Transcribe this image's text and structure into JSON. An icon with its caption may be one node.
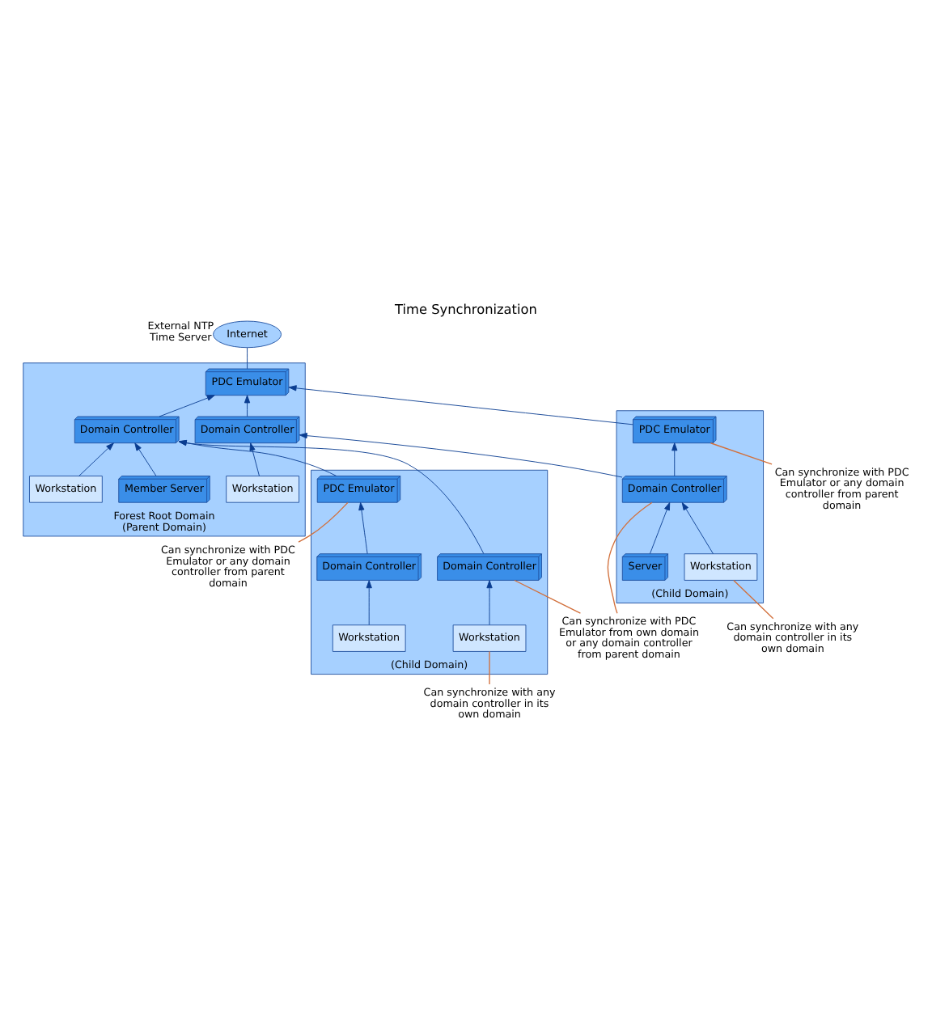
{
  "diagram": {
    "title": "Time Synchronization",
    "nodes": [
      {
        "text": [
          "Forest Root Domain (Parent Domain)"
        ]
      },
      {
        "text": [
          "Internet"
        ],
        "beside": [
          "External NTP Time Server"
        ]
      },
      {
        "text": [
          "PDC Emulator"
        ],
        "in": 0
      },
      {
        "text": [
          "Domain Controller"
        ],
        "in": 0
      },
      {
        "text": [
          "Domain Controller"
        ],
        "in": 0
      },
      {
        "text": [
          "Workstation"
        ],
        "in": 0
      },
      {
        "text": [
          "Member Server"
        ],
        "in": 0
      },
      {
        "text": [
          "Workstation"
        ],
        "in": 0
      },
      {
        "text": [
          "(Child Domain)"
        ]
      },
      {
        "text": [
          "PDC Emulator"
        ],
        "in": 8
      },
      {
        "text": [
          "Domain Controller"
        ],
        "in": 8
      },
      {
        "text": [
          "Server"
        ],
        "in": 8
      },
      {
        "text": [
          "Workstation"
        ],
        "in": 8
      },
      {
        "text": [
          "(Child Domain)"
        ]
      },
      {
        "text": [
          "PDC Emulator"
        ],
        "in": 13
      },
      {
        "text": [
          "Domain Controller"
        ],
        "in": 13
      },
      {
        "text": [
          "Domain Controller"
        ],
        "in": 13
      },
      {
        "text": [
          "Workstation"
        ],
        "in": 13
      },
      {
        "text": [
          "Workstation"
        ],
        "in": 13
      },
      {
        "text": [
          "Can synchronize with PDC Emulator or any domain controller from parent domain"
        ]
      },
      {
        "text": [
          "Can synchronize with PDC Emulator or any domain controller from parent domain"
        ]
      },
      {
        "text": [
          "Can synchronize with any domain controller in its own domain"
        ]
      },
      {
        "text": [
          "Can synchronize with PDC Emulator from own domain or any domain controller from parent domain"
        ]
      },
      {
        "text": [
          "Can synchronize with any domain controller in its own domain"
        ]
      }
    ],
    "edges": [
      {
        "from": 2,
        "to": 1,
        "arrow": "none"
      },
      {
        "from": 3,
        "to": 2,
        "arrow": "to"
      },
      {
        "from": 4,
        "to": 2,
        "arrow": "to"
      },
      {
        "from": 5,
        "to": 3,
        "arrow": "to"
      },
      {
        "from": 6,
        "to": 4,
        "arrow": "to"
      },
      {
        "from": 7,
        "to": 4,
        "arrow": "to"
      },
      {
        "from": 9,
        "to": 2,
        "arrow": "to"
      },
      {
        "from": 10,
        "to": 3,
        "arrow": "to"
      },
      {
        "from": 10,
        "to": 9,
        "arrow": "to"
      },
      {
        "from": 11,
        "to": 10,
        "arrow": "to"
      },
      {
        "from": 12,
        "to": 10,
        "arrow": "to"
      },
      {
        "from": 14,
        "to": 4,
        "arrow": "to"
      },
      {
        "from": 15,
        "to": 4,
        "arrow": "to"
      },
      {
        "from": 16,
        "to": 14,
        "arrow": "to"
      },
      {
        "from": 17,
        "to": 15,
        "arrow": "to"
      },
      {
        "from": 18,
        "to": 16,
        "arrow": "to"
      },
      {
        "from": 19,
        "to": 9,
        "arrow": "none",
        "color": "#d2703c"
      },
      {
        "from": 20,
        "to": 14,
        "arrow": "none",
        "color": "#d2703c"
      },
      {
        "from": 21,
        "to": 12,
        "arrow": "none",
        "color": "#d2703c"
      },
      {
        "from": 22,
        "to": 10,
        "arrow": "none",
        "color": "#d2703c"
      },
      {
        "from": 22,
        "to": 15,
        "arrow": "none",
        "color": "#d2703c"
      },
      {
        "from": 23,
        "to": 17,
        "arrow": "none",
        "color": "#d2703c"
      }
    ]
  }
}
